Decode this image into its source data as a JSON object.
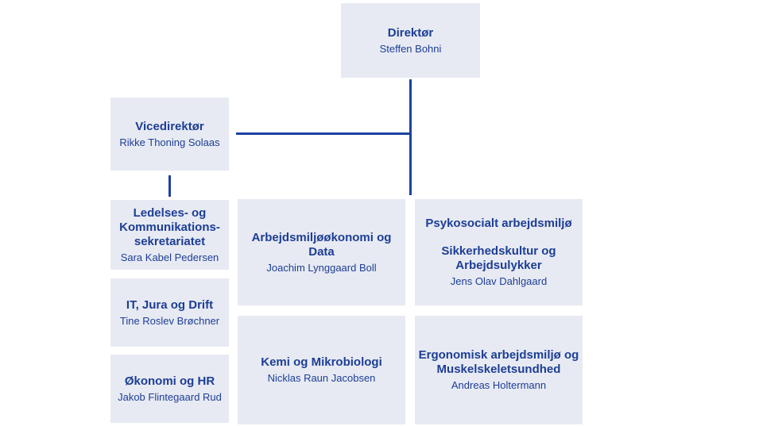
{
  "diagram": {
    "type": "org-chart",
    "colors": {
      "box_background": "#e7eaf3",
      "text": "#1d3e94",
      "connector": "#1c429f",
      "page_background": "#ffffff"
    },
    "boxes": {
      "director": {
        "title": "Direktør",
        "name": "Steffen Bohni"
      },
      "vice_director": {
        "title": "Vicedirektør",
        "name": "Rikke Thoning Solaas"
      },
      "management_secretariat": {
        "title_line1": "Ledelses- og",
        "title_line2": "Kommunikations-",
        "title_line3": "sekretariatet",
        "name": "Sara Kabel Pedersen"
      },
      "it_legal_operations": {
        "title": "IT, Jura og Drift",
        "name": "Tine Roslev Brøchner"
      },
      "finance_hr": {
        "title": "Økonomi og HR",
        "name": "Jakob Flintegaard Rud"
      },
      "economics_data": {
        "title": "Arbejdsmiljøøkonomi og Data",
        "name": "Joachim Lynggaard Boll"
      },
      "psychosocial": {
        "title1": "Psykosocialt arbejdsmiljø",
        "title2_line1": "Sikkerhedskultur og",
        "title2_line2": "Arbejdsulykker",
        "name": "Jens Olav Dahlgaard"
      },
      "chemistry_microbiology": {
        "title": "Kemi og Mikrobiologi",
        "name": "Nicklas Raun Jacobsen"
      },
      "ergonomics": {
        "title_line1": "Ergonomisk arbejdsmiljø og",
        "title_line2": "Muskelskeletsundhed",
        "name": "Andreas Holtermann"
      }
    }
  }
}
